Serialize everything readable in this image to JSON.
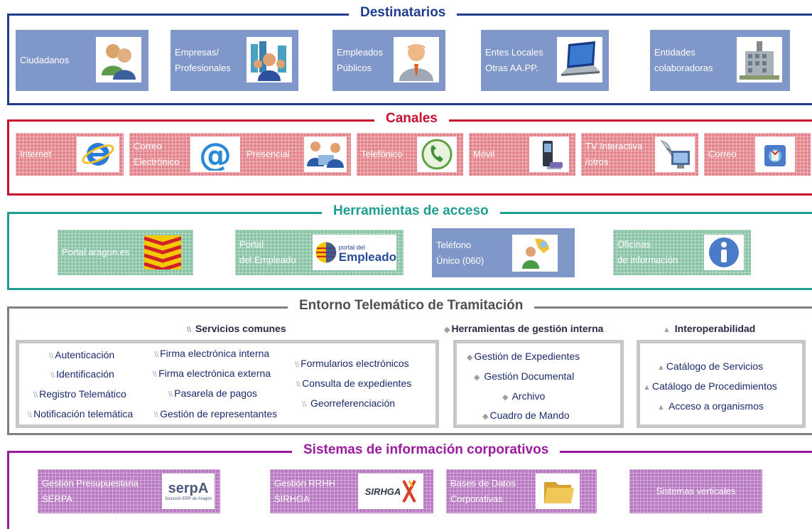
{
  "colors": {
    "destinatarios": "#1f3c8f",
    "canales": "#c8102e",
    "herramientas": "#1e9e8f",
    "entorno": "#808080",
    "sistemas": "#9b1b9f"
  },
  "destinatarios": {
    "title": "Destinatarios",
    "cards": [
      {
        "lines": [
          "Ciudadanos"
        ],
        "icon": "users-icon"
      },
      {
        "lines": [
          "Empresas/",
          "Profesionales"
        ],
        "icon": "business-people-icon"
      },
      {
        "lines": [
          "Empleados",
          "Públicos"
        ],
        "icon": "employee-icon"
      },
      {
        "lines": [
          "Entes Locales",
          "Otras AA.PP."
        ],
        "icon": "laptop-icon"
      },
      {
        "lines": [
          "Entidades",
          "colaboradoras"
        ],
        "icon": "building-icon"
      }
    ]
  },
  "canales": {
    "title": "Canales",
    "cards": [
      {
        "lines": [
          "Internet"
        ],
        "icon": "internet-explorer-icon"
      },
      {
        "lines": [
          "Correo",
          "Electrónico"
        ],
        "icon": "at-sign-icon"
      },
      {
        "lines": [
          "Presencial"
        ],
        "icon": "counter-icon"
      },
      {
        "lines": [
          "Telefónico"
        ],
        "icon": "phone-icon"
      },
      {
        "lines": [
          "Móvil"
        ],
        "icon": "mobile-phone-icon"
      },
      {
        "lines": [
          "TV Interactiva",
          "/otros"
        ],
        "icon": "tv-satellite-icon"
      },
      {
        "lines": [
          "Correo"
        ],
        "icon": "mail-icon"
      }
    ]
  },
  "herramientas": {
    "title": "Herramientas de acceso",
    "cards": [
      {
        "lines": [
          "Portal aragon.es"
        ],
        "icon": "aragon-flag-icon"
      },
      {
        "lines": [
          "Portal",
          "del Empleado"
        ],
        "icon": "portal-empleado-logo",
        "logo_small": "portal del",
        "logo_text": "Empleado"
      },
      {
        "lines": [
          "Teléfono",
          "Único (060)"
        ],
        "icon": "phone-user-icon"
      },
      {
        "lines": [
          "Oficinas",
          "de información"
        ],
        "icon": "info-icon"
      }
    ]
  },
  "entorno": {
    "title": "Entorno Telemático de Tramitación",
    "servicios": {
      "title": "Servicios comunes",
      "col1": [
        "Autenticación",
        "Identificación",
        "Registro Telemático",
        "Notificación telemática"
      ],
      "col2": [
        "Firma electrónica interna",
        "Firma electrónica externa",
        "Pasarela de pagos",
        "Gestión de representantes"
      ],
      "col3": [
        "Formularios electrónicos",
        "Consulta de expedientes",
        "Georreferenciación"
      ]
    },
    "gestion": {
      "title": "Herramientas de gestión interna",
      "items": [
        "Gestión de Expedientes",
        "Gestión Documental",
        "Archivo",
        "Cuadro de Mando"
      ]
    },
    "interop": {
      "title": "Interoperabilidad",
      "items": [
        "Catálogo de Servicios",
        "Catálogo de Procedimientos",
        "Acceso a organismos"
      ]
    }
  },
  "sistemas": {
    "title": "Sistemas de información corporativos",
    "cards": [
      {
        "lines": [
          "Gestión Presupuestaria",
          "SERPA"
        ],
        "icon": "serpa-logo",
        "logo_text": "serpA",
        "logo_small": "Solución ERP de Aragón"
      },
      {
        "lines": [
          "Gestión RRHH",
          "SIRHGA"
        ],
        "icon": "sirhga-logo",
        "logo_text": "SIRHGA"
      },
      {
        "lines": [
          "Bases de Datos",
          "Corporativas"
        ],
        "icon": "folder-icon"
      },
      {
        "lines": [
          "Sistemas verticales"
        ]
      }
    ]
  }
}
